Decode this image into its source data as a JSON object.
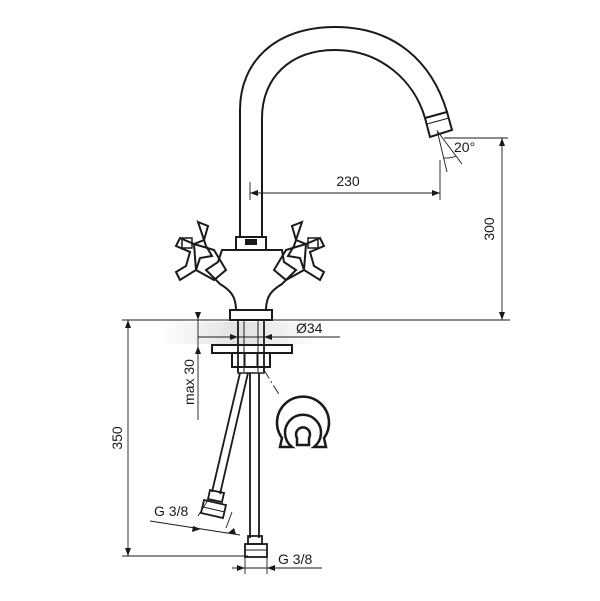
{
  "dimensions": {
    "spout_reach": "230",
    "spout_angle": "20°",
    "spout_height": "300",
    "hole_diameter": "Ø34",
    "max_thickness": "max 30",
    "total_height": "350",
    "hose_thread_left": "G 3/8",
    "hose_thread_right": "G 3/8"
  }
}
